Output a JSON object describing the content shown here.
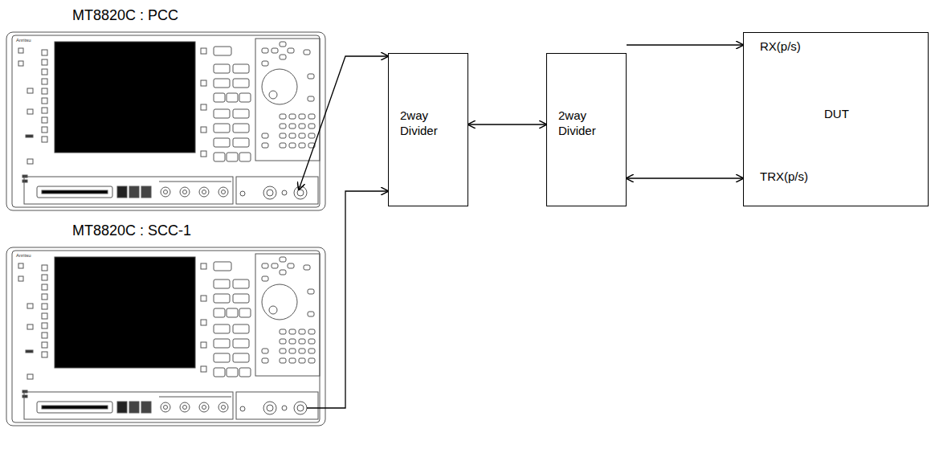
{
  "diagram": {
    "nodes": [
      {
        "text": [
          "MT8820C : PCC"
        ]
      },
      {
        "text": [
          "MT8820C : SCC-1"
        ]
      },
      {
        "text": [
          "2way Divider"
        ]
      },
      {
        "text": [
          "2way Divider"
        ]
      },
      {
        "text": [
          "RX(p/s)",
          "DUT",
          "TRX(p/s)"
        ]
      }
    ],
    "edges": [
      {
        "from": 0,
        "to": 2,
        "arrow": "both"
      },
      {
        "from": 1,
        "to": 2,
        "arrow": "to"
      },
      {
        "from": 2,
        "to": 3,
        "arrow": "both"
      },
      {
        "from": 3,
        "to": 4,
        "arrow": "to"
      },
      {
        "from": 3,
        "to": 4,
        "arrow": "both"
      }
    ],
    "labels": [
      "Anritsu",
      "Anritsu"
    ]
  }
}
